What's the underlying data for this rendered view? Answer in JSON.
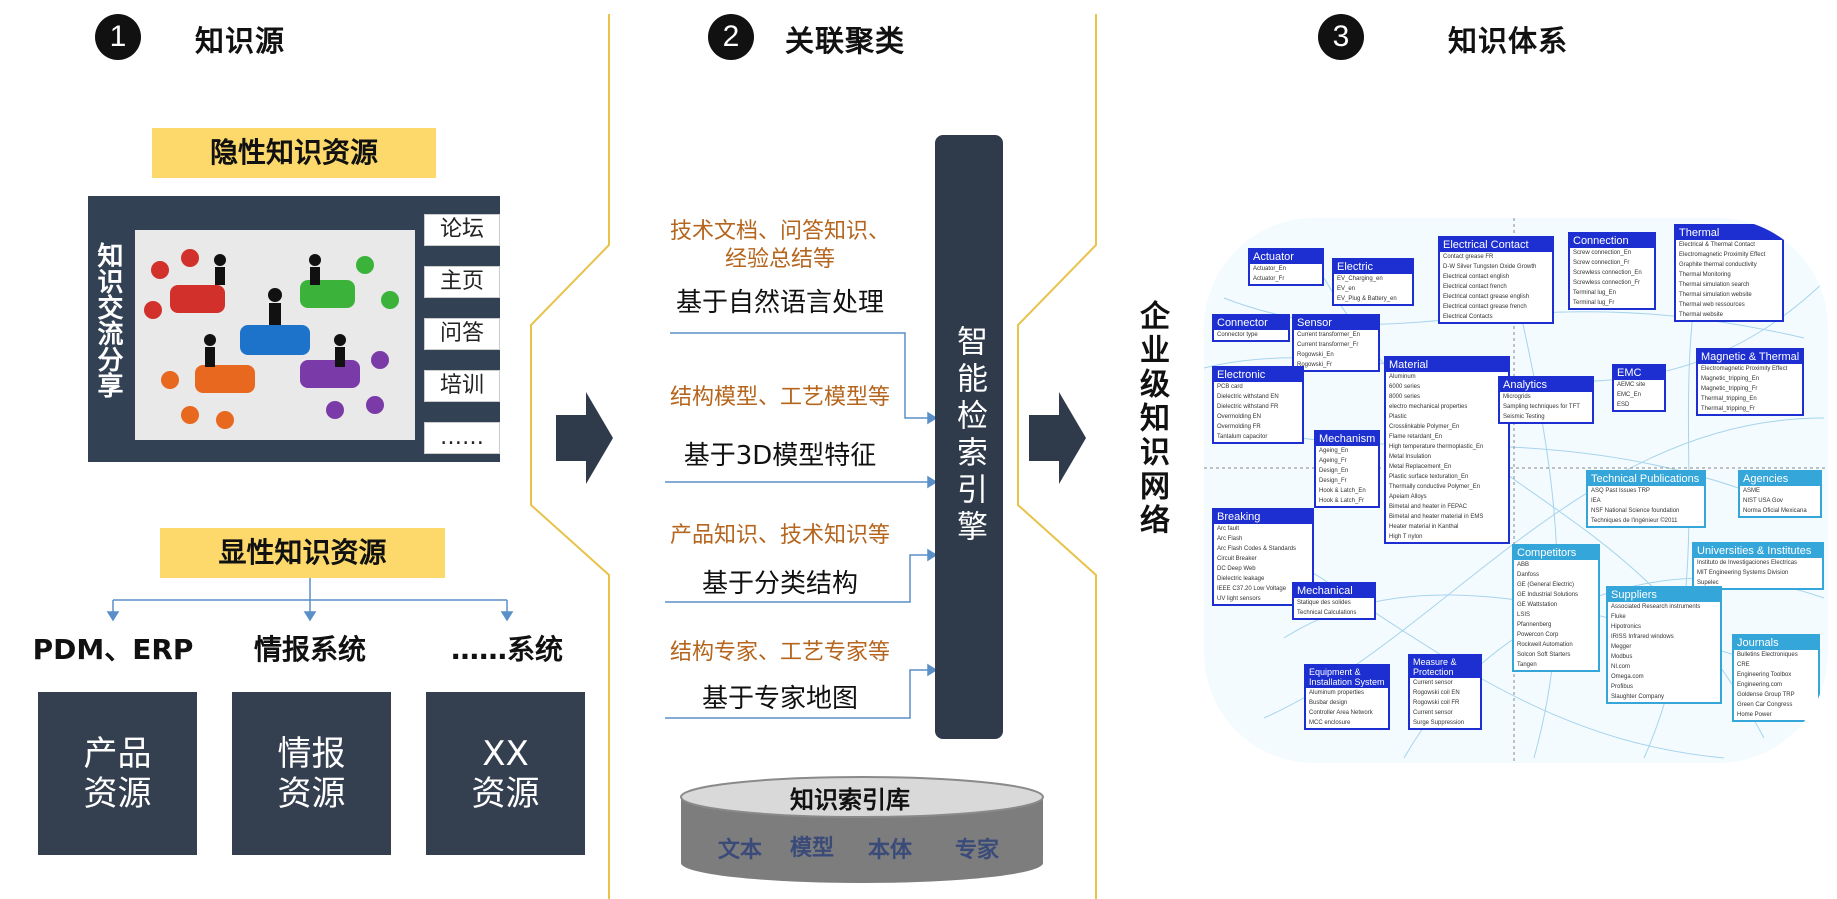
{
  "sections": [
    {
      "number": "1",
      "title": "知识源"
    },
    {
      "number": "2",
      "title": "关联聚类"
    },
    {
      "number": "3",
      "title": "知识体系"
    }
  ],
  "tacit": {
    "title": "隐性知识资源",
    "side_label": "知识交流分享",
    "tags": [
      "论坛",
      "主页",
      "问答",
      "培训",
      "……"
    ]
  },
  "explicit": {
    "title": "显性知识资源",
    "systems": [
      "PDM、ERP",
      "情报系统",
      "……系统"
    ],
    "resources": [
      "产品\n资源",
      "情报\n资源",
      "XX\n资源"
    ]
  },
  "cluster": {
    "rows": [
      {
        "source": "技术文档、问答知识、\n经验总结等",
        "method": "基于自然语言处理"
      },
      {
        "source": "结构模型、工艺模型等",
        "method": "基于3D模型特征"
      },
      {
        "source": "产品知识、技术知识等",
        "method": "基于分类结构"
      },
      {
        "source": "结构专家、工艺专家等",
        "method": "基于专家地图"
      }
    ],
    "engine": "智能检索引擎",
    "index_db": {
      "title": "知识索引库",
      "items": [
        "文本",
        "模型",
        "本体",
        "专家"
      ]
    }
  },
  "system": {
    "side_label": "企业级知识网络",
    "categories": [
      {
        "title": "Actuator",
        "items": [
          "Actuator_En",
          "Actuator_Fr"
        ]
      },
      {
        "title": "Electric",
        "items": [
          "EV_Charging_en",
          "EV_en",
          "EV_Plug & Battery_en"
        ]
      },
      {
        "title": "Electrical Contact",
        "items": [
          "Contact grease FR",
          "D-W Silver Tungsten Oxide Growth",
          "Electrical contact english",
          "Electrical contact french",
          "Electrical contact grease english",
          "Electrical contact grease french",
          "Electrical Contacts"
        ]
      },
      {
        "title": "Connection",
        "items": [
          "Screw connection_En",
          "Screw connection_Fr",
          "Screwless connection_En",
          "Screwless connection_Fr",
          "Terminal lug_En",
          "Terminal lug_Fr"
        ]
      },
      {
        "title": "Thermal",
        "items": [
          "Electrical & Thermal Contact",
          "Electromagnetic Proximity Effect",
          "Graphite thermal conductivity",
          "Thermal Monitoring",
          "Thermal simulation search",
          "Thermal simulation website",
          "Thermal web ressources",
          "Thermal website"
        ]
      },
      {
        "title": "Connector",
        "items": [
          "Connector type"
        ]
      },
      {
        "title": "Sensor",
        "items": [
          "Current transformer_En",
          "Current transformer_Fr",
          "Rogowski_En",
          "Rogowski_Fr"
        ]
      },
      {
        "title": "Electronic",
        "items": [
          "PCB card",
          "Dielectric withstand EN",
          "Dielectric withstand FR",
          "Overmolding EN",
          "Overmolding FR",
          "Tantalum capacitor"
        ]
      },
      {
        "title": "Material",
        "items": [
          "Aluminum",
          "6000 series",
          "8000 series",
          "electro mechanical properties",
          "Plastic",
          "Crosslinkable Polymer_En",
          "Flame retardant_En",
          "High temperature thermoplastic_En",
          "Metal Insulation",
          "Metal Replacement_En",
          "Plastic surface texturation_En",
          "Thermally conductive Polymer_En",
          "Apeiam Alloys",
          "Bimetal and heater in FEPAC",
          "Bimetal and heater material in EMS",
          "Heater material in Kanthal",
          "High T nylon"
        ]
      },
      {
        "title": "Analytics",
        "items": [
          "Microgrids",
          "Sampling techniques for TFT",
          "Seismic Testing"
        ]
      },
      {
        "title": "EMC",
        "items": [
          "AEMC site",
          "EMC_En",
          "ESD"
        ]
      },
      {
        "title": "Magnetic & Thermal",
        "items": [
          "Electromagnetic Proximity Effect",
          "Magnetic_tripping_En",
          "Magnetic_tripping_Fr",
          "Thermal_tripping_En",
          "Thermal_tripping_Fr"
        ]
      },
      {
        "title": "Mechanism",
        "items": [
          "Ageing_En",
          "Ageing_Fr",
          "Design_En",
          "Design_Fr",
          "Hook & Latch_En",
          "Hook & Latch_Fr"
        ]
      },
      {
        "title": "Breaking",
        "items": [
          "Arc fault",
          "Arc Flash",
          "Arc Flash Codes & Standards",
          "Circuit Breaker",
          "DC Deep Web",
          "Dielectric leakage",
          "IEEE C37.20 Low Voltage",
          "UV light sensors"
        ]
      },
      {
        "title": "Technical Publications",
        "items": [
          "ASQ Past Issues TRP",
          "IEA",
          "NSF National Science foundation",
          "Techniques de l'ingénieur ©2011"
        ]
      },
      {
        "title": "Agencies",
        "items": [
          "ASME",
          "NIST USA Gov",
          "Norma Oficial Mexicana"
        ]
      },
      {
        "title": "Competitors",
        "items": [
          "ABB",
          "Danfoss",
          "GE (General Electric)",
          "GE Industrial Solutions",
          "GE Wattstation",
          "LSIS",
          "Pfannenberg",
          "Powercon Corp",
          "Rockwell Automation",
          "Solcon Soft Starters",
          "Tangen"
        ]
      },
      {
        "title": "Universities & Institutes",
        "items": [
          "Instituto de Investigaciones Electricas",
          "MIT Engineering Systems Division",
          "Supelec"
        ]
      },
      {
        "title": "Mechanical",
        "items": [
          "Statique des solides",
          "Technical Calculations"
        ]
      },
      {
        "title": "Suppliers",
        "items": [
          "Associated Research instruments",
          "Fluke",
          "Hipotronics",
          "IRISS Infrared windows",
          "Megger",
          "Modbus",
          "NI.com",
          "Omega.com",
          "Profibus",
          "Slaughter Company"
        ]
      },
      {
        "title": "Journals",
        "items": [
          "Bulletins Electroniques",
          "CRE",
          "Engineering Toolbox",
          "Engineering.com",
          "Goldense Group TRP",
          "Green Car Congress",
          "Home Power"
        ]
      },
      {
        "title": "Equipment & Installation System",
        "items": [
          "Aluminum properties",
          "Busbar design",
          "Controller Area Network",
          "MCC enclosure"
        ]
      },
      {
        "title": "Measure & Protection",
        "items": [
          "Current sensor",
          "Rogowski coil EN",
          "Rogowski coil FR",
          "Current sensor",
          "Surge Suppression"
        ]
      }
    ]
  },
  "colors": {
    "panel": "#334155",
    "yellow": "#fcd96a",
    "orange_text": "#b5651d",
    "divider": "#e8c34a",
    "node_blue": "#1d2fd1"
  }
}
